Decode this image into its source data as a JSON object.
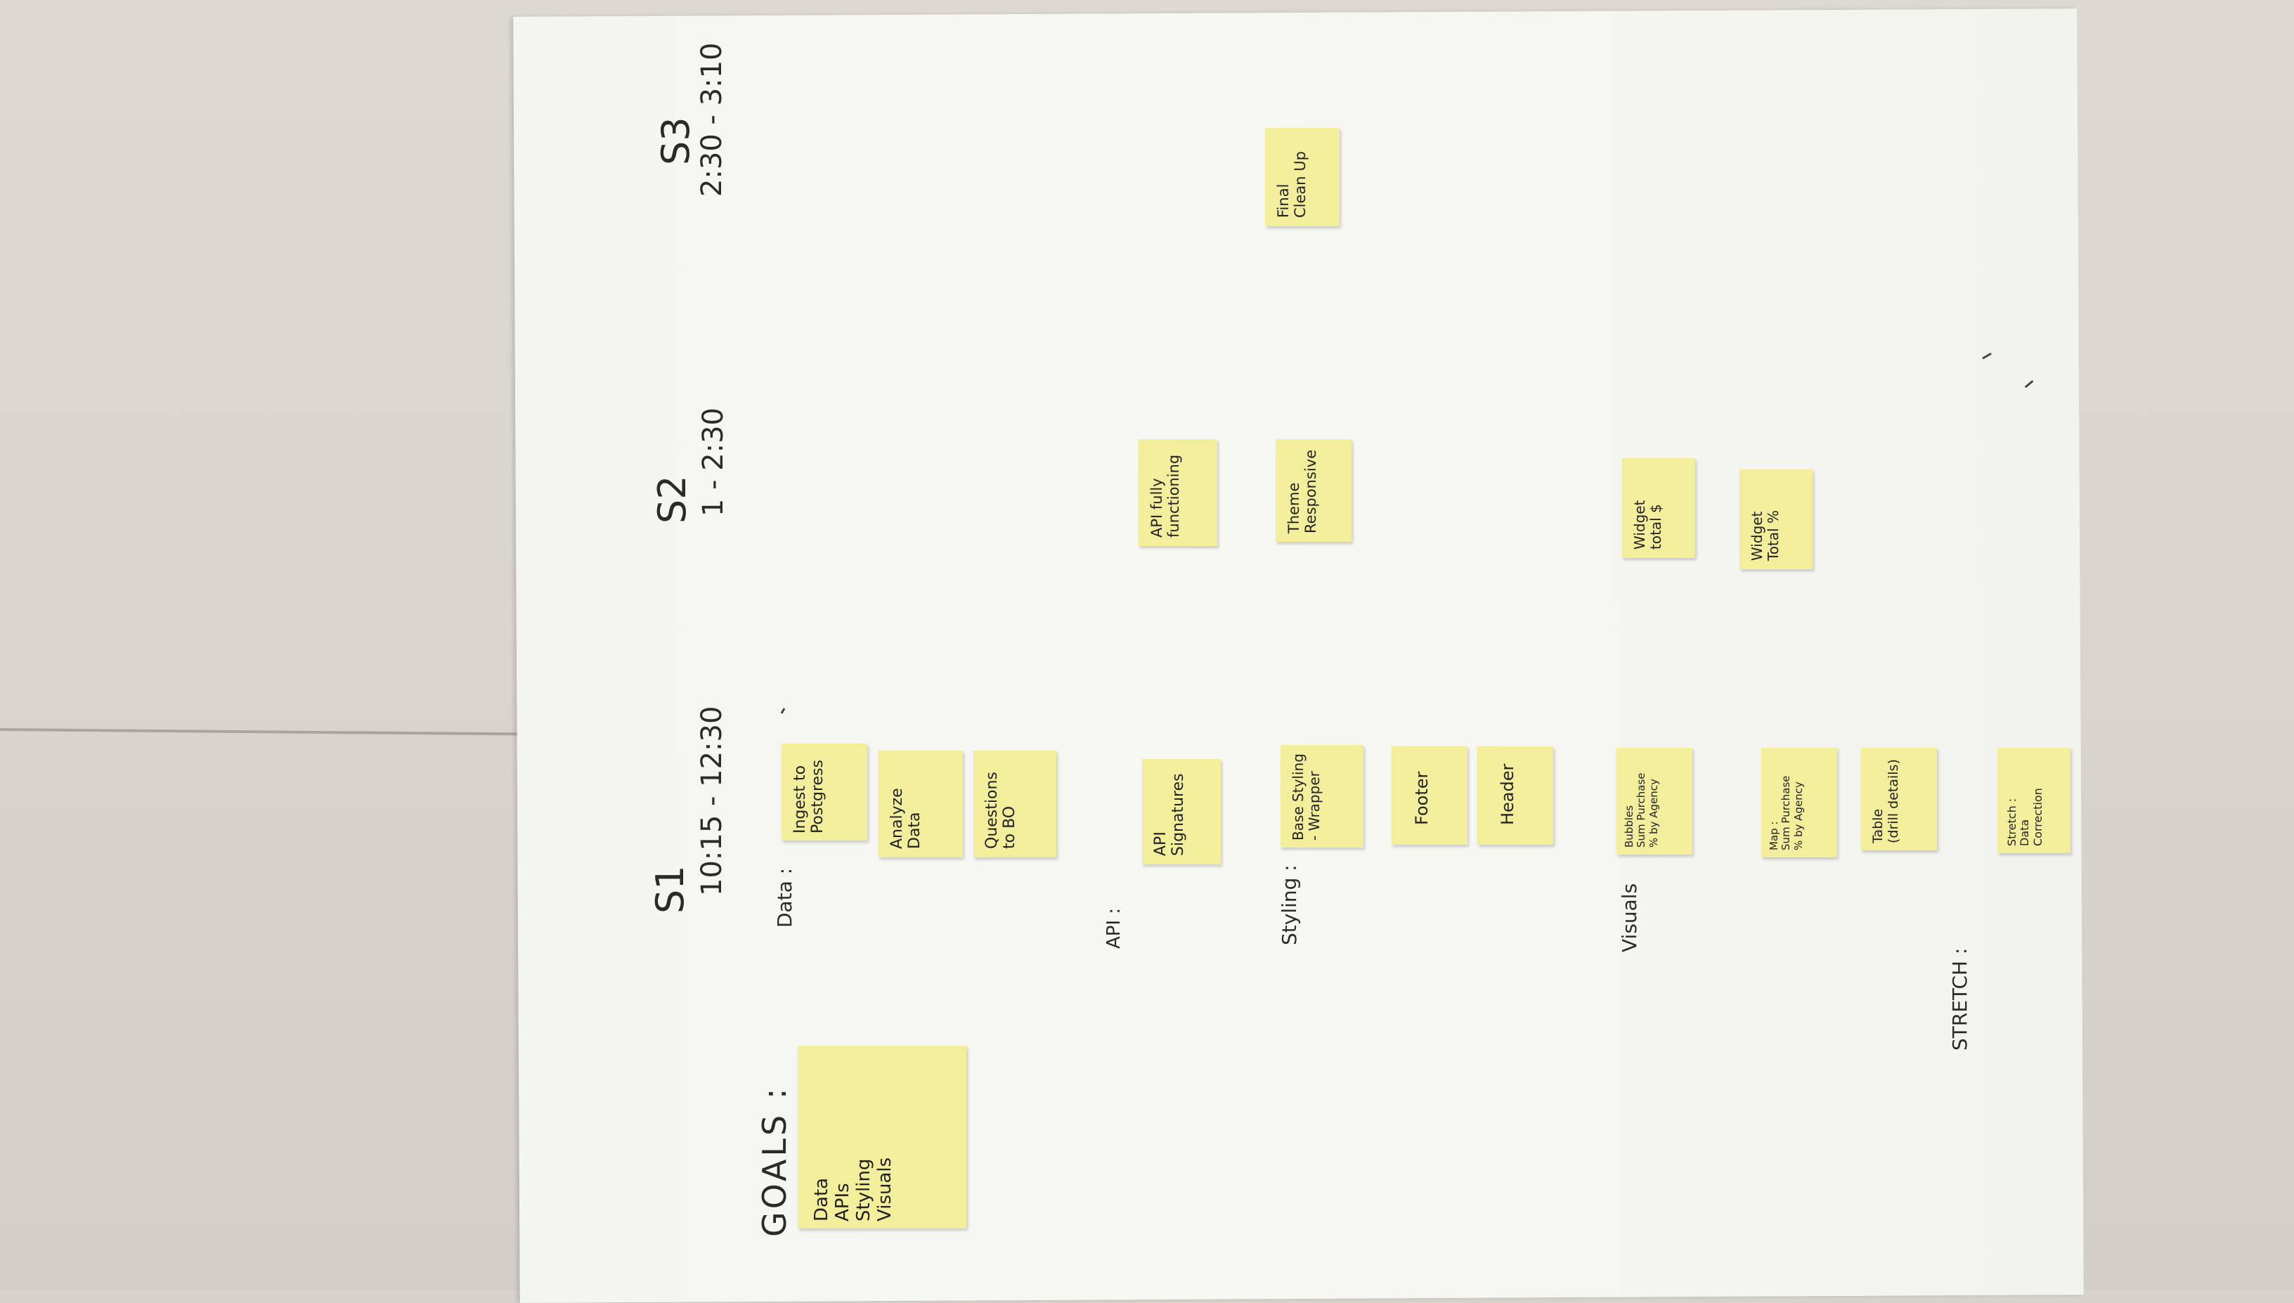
{
  "goals": {
    "heading": "GOALS :",
    "items": "Data\nAPIs\nStyling\nVisuals"
  },
  "sessions": [
    {
      "name": "S1",
      "time": "10:15 - 12:30"
    },
    {
      "name": "S2",
      "time": "1 - 2:30"
    },
    {
      "name": "S3",
      "time": "2:30 - 3:10"
    }
  ],
  "rows": {
    "data": "Data :",
    "api": "API :",
    "styling": "Styling :",
    "visuals": "Visuals",
    "stretch": "STRETCH :"
  },
  "notes": {
    "ingest": "Ingest to\nPostgress",
    "analyze": "Analyze\nData",
    "questions": "Questions\nto BO",
    "api_signatures": "API\nSignatures",
    "api_fully": "API fully\nfunctioning",
    "base_styling": "Base Styling\n- Wrapper",
    "footer": "Footer",
    "header": "Header",
    "theme": "Theme\nResponsive",
    "final": "Final\nClean Up",
    "bubbles": "Bubbles\nSum Purchase\n% by Agency",
    "map": "Map :\nSum Purchase\n% by Agency",
    "table": "Table\n(drill details)",
    "widget_total": "Widget\ntotal $",
    "widget_pct": "Widget\nTotal %",
    "stretch_data": "Stretch :\nData\nCorrection"
  }
}
